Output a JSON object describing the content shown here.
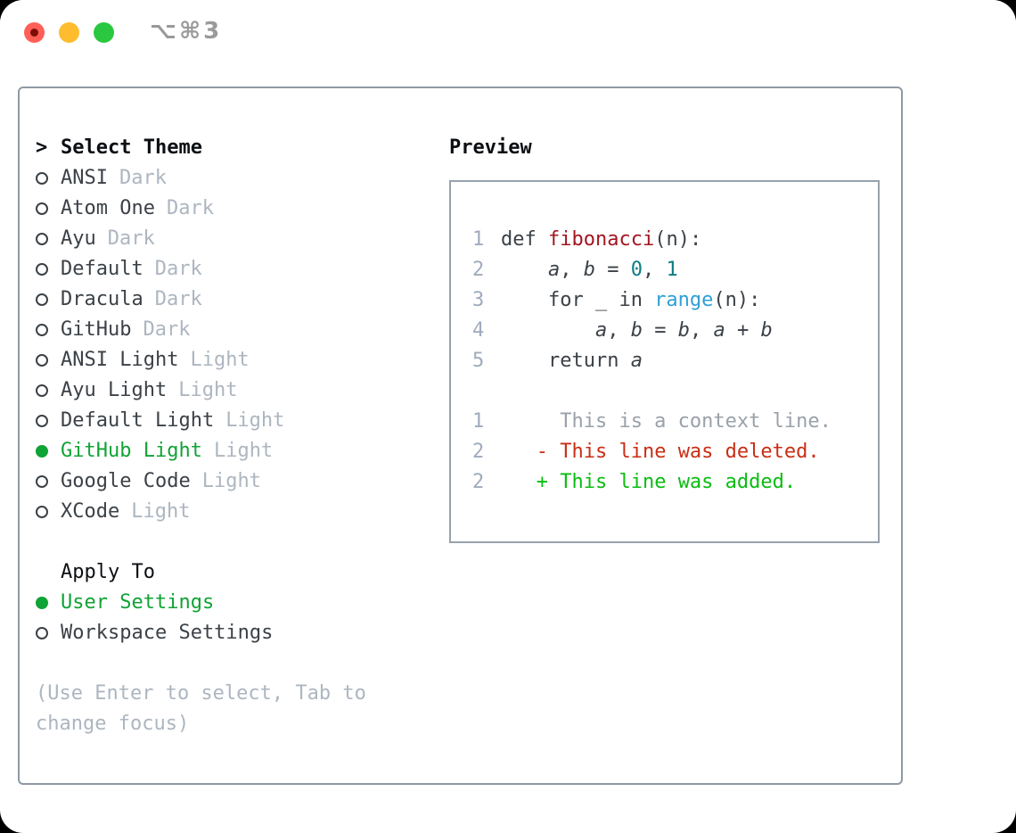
{
  "window": {
    "title": "⌥⌘3"
  },
  "theme_picker": {
    "prompt": ">",
    "title": "Select Theme",
    "items": [
      {
        "label": "ANSI",
        "variant": "Dark",
        "selected": false
      },
      {
        "label": "Atom One",
        "variant": "Dark",
        "selected": false
      },
      {
        "label": "Ayu",
        "variant": "Dark",
        "selected": false
      },
      {
        "label": "Default",
        "variant": "Dark",
        "selected": false
      },
      {
        "label": "Dracula",
        "variant": "Dark",
        "selected": false
      },
      {
        "label": "GitHub",
        "variant": "Dark",
        "selected": false
      },
      {
        "label": "ANSI Light",
        "variant": "Light",
        "selected": false
      },
      {
        "label": "Ayu Light",
        "variant": "Light",
        "selected": false
      },
      {
        "label": "Default Light",
        "variant": "Light",
        "selected": false
      },
      {
        "label": "GitHub Light",
        "variant": "Light",
        "selected": true
      },
      {
        "label": "Google Code",
        "variant": "Light",
        "selected": false
      },
      {
        "label": "XCode",
        "variant": "Light",
        "selected": false
      }
    ],
    "apply_to": {
      "title": "Apply To",
      "options": [
        {
          "label": "User Settings",
          "selected": true
        },
        {
          "label": "Workspace Settings",
          "selected": false
        }
      ]
    },
    "help": {
      "line1": "(Use Enter to select, Tab to",
      "line2": "change focus)"
    }
  },
  "preview": {
    "title": "Preview",
    "lines": [
      {
        "num": "1",
        "tokens": [
          {
            "t": "def ",
            "c": "plain"
          },
          {
            "t": "fibonacci",
            "c": "fn"
          },
          {
            "t": "(n):",
            "c": "plain"
          }
        ]
      },
      {
        "num": "2",
        "tokens": [
          {
            "t": "    ",
            "c": "plain"
          },
          {
            "t": "a",
            "c": "var"
          },
          {
            "t": ", ",
            "c": "plain"
          },
          {
            "t": "b",
            "c": "var"
          },
          {
            "t": " = ",
            "c": "plain"
          },
          {
            "t": "0",
            "c": "num"
          },
          {
            "t": ", ",
            "c": "plain"
          },
          {
            "t": "1",
            "c": "num"
          }
        ]
      },
      {
        "num": "3",
        "tokens": [
          {
            "t": "    for _ in ",
            "c": "plain"
          },
          {
            "t": "range",
            "c": "call"
          },
          {
            "t": "(n):",
            "c": "plain"
          }
        ]
      },
      {
        "num": "4",
        "tokens": [
          {
            "t": "        ",
            "c": "plain"
          },
          {
            "t": "a",
            "c": "var"
          },
          {
            "t": ", ",
            "c": "plain"
          },
          {
            "t": "b",
            "c": "var"
          },
          {
            "t": " = ",
            "c": "plain"
          },
          {
            "t": "b",
            "c": "var"
          },
          {
            "t": ", ",
            "c": "plain"
          },
          {
            "t": "a",
            "c": "var"
          },
          {
            "t": " + ",
            "c": "plain"
          },
          {
            "t": "b",
            "c": "var"
          }
        ]
      },
      {
        "num": "5",
        "tokens": [
          {
            "t": "    return ",
            "c": "plain"
          },
          {
            "t": "a",
            "c": "var"
          }
        ]
      },
      {
        "num": "",
        "tokens": []
      },
      {
        "num": "1",
        "tokens": [
          {
            "t": "     This is a context line.",
            "c": "ctx"
          }
        ]
      },
      {
        "num": "2",
        "tokens": [
          {
            "t": "   ",
            "c": "plain"
          },
          {
            "t": "- This line was deleted.",
            "c": "del"
          }
        ]
      },
      {
        "num": "2",
        "tokens": [
          {
            "t": "   ",
            "c": "plain"
          },
          {
            "t": "+ This line was added.",
            "c": "add"
          }
        ]
      }
    ]
  },
  "colors": {
    "selection_green": "#10a335",
    "added_green": "#0abd11",
    "deleted_red": "#c92e15",
    "function_red": "#a31621",
    "number_teal": "#0b7d84",
    "call_blue": "#2f9fd6",
    "context_gray": "#9aa1a9",
    "line_number_gray": "#9fabbd",
    "dim_gray": "#adb6c0",
    "panel_border": "#8e99a4",
    "traffic_red": "#ff5f57",
    "traffic_yellow": "#febc2e",
    "traffic_green": "#2ac840"
  }
}
